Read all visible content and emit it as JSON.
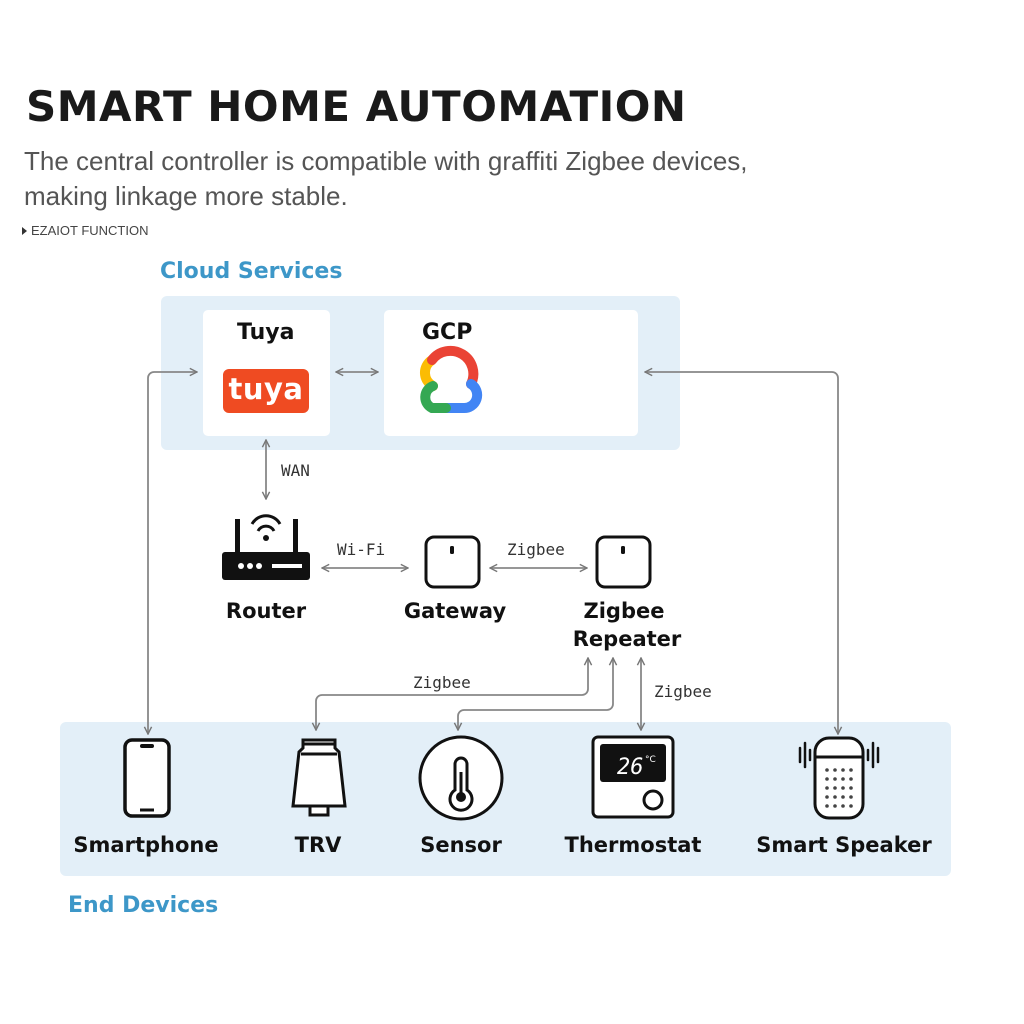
{
  "header": {
    "title": "SMART HOME AUTOMATION",
    "subtitle_line1": "The central controller is compatible with graffiti Zigbee devices,",
    "subtitle_line2": "making linkage more stable.",
    "tagline": "EZAIOT FUNCTION"
  },
  "cloud": {
    "section_label": "Cloud Services",
    "tuya": {
      "title": "Tuya",
      "logo_text": "tuya",
      "logo_color": "#ef4b22"
    },
    "gcp": {
      "title": "GCP",
      "logo_colors": [
        "#ea4335",
        "#fbbc04",
        "#34a853",
        "#4285f4"
      ]
    }
  },
  "network": {
    "router_label": "Router",
    "gateway_label": "Gateway",
    "repeater_label_line1": "Zigbee",
    "repeater_label_line2": "Repeater"
  },
  "edges": {
    "wan": "WAN",
    "wifi": "Wi-Fi",
    "zigbee_gateway_repeater": "Zigbee",
    "zigbee_repeater_devices": "Zigbee",
    "zigbee_repeater_thermostat": "Zigbee"
  },
  "devices": {
    "section_label": "End Devices",
    "smartphone": "Smartphone",
    "trv": "TRV",
    "sensor": "Sensor",
    "thermostat": "Thermostat",
    "thermostat_display": "26",
    "thermostat_unit": "°C",
    "speaker": "Smart Speaker"
  },
  "colors": {
    "accent": "#3d97c8",
    "panel": "#e3eff8",
    "line": "#888888"
  }
}
